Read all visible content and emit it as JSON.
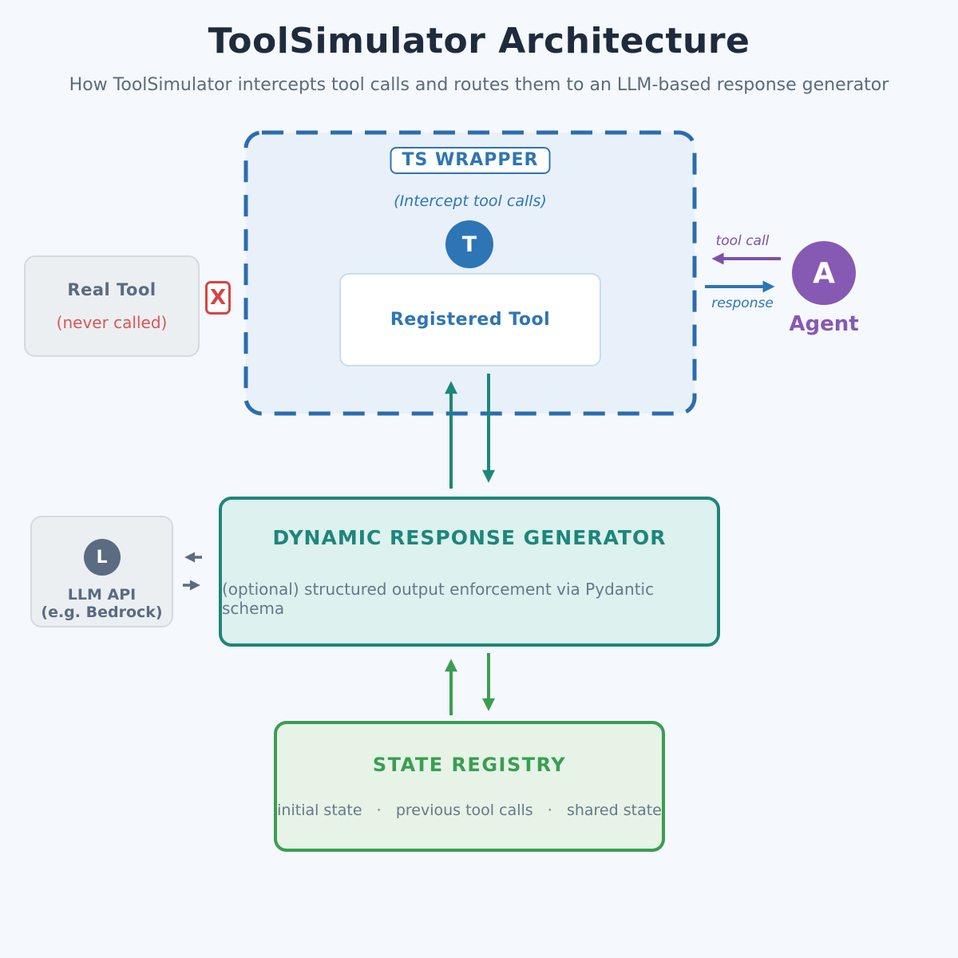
{
  "header": {
    "title": "ToolSimulator Architecture",
    "subtitle": "How ToolSimulator intercepts tool calls and routes them to an LLM-based response generator"
  },
  "wrapper": {
    "badge": "TS WRAPPER",
    "note": "(Intercept tool calls)",
    "tool_icon_letter": "T",
    "registered_tool_label": "Registered Tool"
  },
  "real_tool": {
    "title": "Real Tool",
    "note": "(never called)",
    "blocked_mark": "X"
  },
  "agent": {
    "icon_letter": "A",
    "label": "Agent",
    "tool_call_arrow_label": "tool call",
    "response_arrow_label": "response"
  },
  "generator": {
    "title": "DYNAMIC RESPONSE GENERATOR",
    "subtitle": "(optional) structured output enforcement via Pydantic schema"
  },
  "llm": {
    "icon_letter": "L",
    "title": "LLM API",
    "subtitle": "(e.g. Bedrock)"
  },
  "registry": {
    "title": "STATE REGISTRY",
    "items": [
      "initial state",
      "previous tool calls",
      "shared state"
    ],
    "separator": "·"
  },
  "colors": {
    "background": "#f5f8fc",
    "blue-border": "#2b6cb0",
    "blue": "#2e75b6",
    "blue-fill": "#e8f1fa",
    "blue-box-border": "#c9dcf2",
    "teal": "#1d867b",
    "teal-fill": "#ddf1ef",
    "green": "#3a9e52",
    "green-fill": "#e6f3e6",
    "purple": "#8659b3",
    "purple-text": "#7b52a8",
    "slate": "#5a6b82",
    "gray-fill": "#eceff2",
    "gray-border": "#d5dade",
    "red": "#d64545",
    "red-text": "#dd5454",
    "dark": "#1f2b3d",
    "muted": "#66788c",
    "muted-subtitle": "#5a6b7e"
  }
}
